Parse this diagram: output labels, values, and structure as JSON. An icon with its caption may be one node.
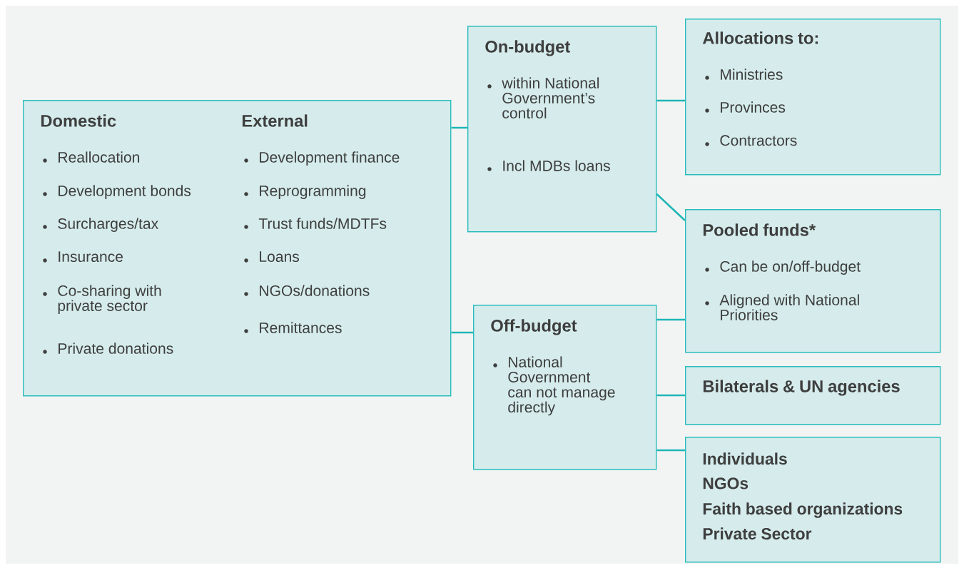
{
  "diagram": {
    "nodes": [
      {
        "text": [
          "Domestic",
          "Reallocation",
          "Development bonds",
          "Surcharges/tax",
          "Insurance",
          "Co-sharing with private sector",
          "Private donations",
          "External",
          "Development finance",
          "Reprogramming",
          "Trust funds/MDTFs",
          "Loans",
          "NGOs/donations",
          "Remittances"
        ]
      },
      {
        "text": [
          "On-budget",
          "within National Government’s control",
          "Incl MDBs loans"
        ]
      },
      {
        "text": [
          "Off-budget",
          "National Government can not manage directly"
        ]
      },
      {
        "text": [
          "Allocations to:",
          "Ministries",
          "Provinces",
          "Contractors"
        ]
      },
      {
        "text": [
          "Pooled funds*",
          "Can be on/off-budget",
          "Aligned with National Priorities"
        ]
      },
      {
        "text": [
          "Bilaterals & UN agencies"
        ]
      },
      {
        "text": [
          "Individuals",
          "NGOs",
          "Faith based organizations",
          "Private Sector"
        ]
      }
    ],
    "edges": [
      {
        "from": 0,
        "to": 1,
        "arrow": "none"
      },
      {
        "from": 0,
        "to": 2,
        "arrow": "none"
      },
      {
        "from": 1,
        "to": 3,
        "arrow": "none"
      },
      {
        "from": 1,
        "to": 4,
        "arrow": "none"
      },
      {
        "from": 2,
        "to": 4,
        "arrow": "none"
      },
      {
        "from": 2,
        "to": 5,
        "arrow": "none"
      },
      {
        "from": 2,
        "to": 6,
        "arrow": "none"
      }
    ]
  }
}
